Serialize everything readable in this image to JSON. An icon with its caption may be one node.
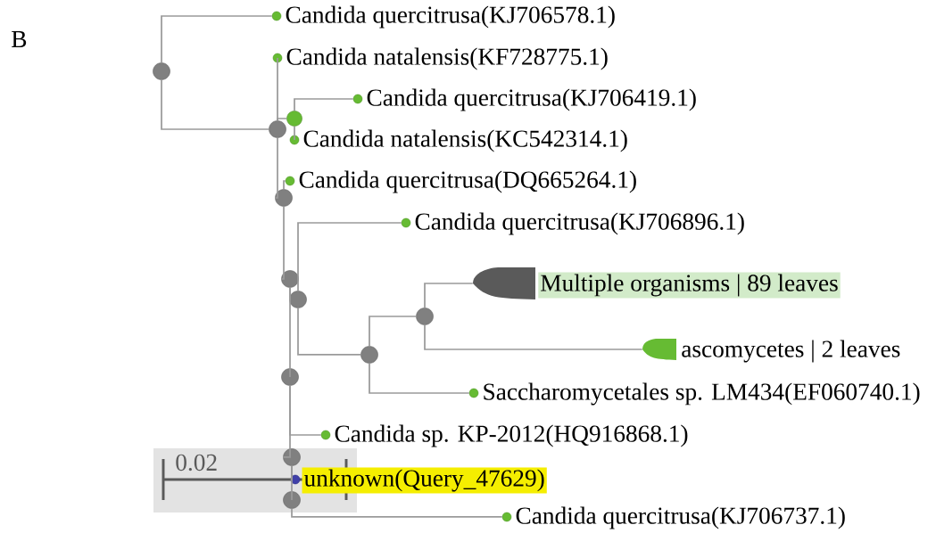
{
  "diagram": {
    "nodes": [
      {
        "text": [],
        "shape": "circle"
      },
      {
        "text": [
          "Candida quercitrusa(KJ706578.1)"
        ]
      },
      {
        "text": [
          "Candida natalensis(KF728775.1)"
        ]
      },
      {
        "text": [],
        "shape": "circle"
      },
      {
        "text": [
          "Candida quercitrusa(KJ706419.1)"
        ]
      },
      {
        "text": [],
        "shape": "circle"
      },
      {
        "text": [
          "Candida natalensis(KC542314.1)"
        ]
      },
      {
        "text": [
          "Candida quercitrusa(DQ665264.1)"
        ]
      },
      {
        "text": [],
        "shape": "circle"
      },
      {
        "text": [
          "Candida quercitrusa(KJ706896.1)"
        ]
      },
      {
        "text": [],
        "shape": "circle"
      },
      {
        "text": [
          "Multiple organisms | 89 leaves"
        ]
      },
      {
        "text": [],
        "shape": "circle"
      },
      {
        "text": [],
        "shape": "circle"
      },
      {
        "text": [
          "ascomycetes | 2 leaves"
        ]
      },
      {
        "text": [],
        "shape": "circle"
      },
      {
        "text": [],
        "shape": "circle"
      },
      {
        "text": [
          "Saccharomycetales sp. LM434(EF060740.1)"
        ]
      },
      {
        "text": [
          "Candida sp. KP-2012(HQ916868.1)"
        ]
      },
      {
        "text": [],
        "shape": "circle"
      },
      {
        "text": [
          "unknown(Query_47629)"
        ]
      },
      {
        "text": [],
        "shape": "circle"
      },
      {
        "text": [
          "Candida quercitrusa(KJ706737.1)"
        ]
      }
    ],
    "edges": [
      {
        "from": 0,
        "to": 1,
        "arrow": "none"
      },
      {
        "from": 0,
        "to": 5,
        "arrow": "none"
      },
      {
        "from": 5,
        "to": 2,
        "arrow": "none"
      },
      {
        "from": 5,
        "to": 3,
        "arrow": "none"
      },
      {
        "from": 5,
        "to": 8,
        "arrow": "none"
      },
      {
        "from": 3,
        "to": 4,
        "arrow": "none"
      },
      {
        "from": 3,
        "to": 6,
        "arrow": "none"
      },
      {
        "from": 8,
        "to": 7,
        "arrow": "none"
      },
      {
        "from": 8,
        "to": 10,
        "arrow": "none"
      },
      {
        "from": 10,
        "to": 12,
        "arrow": "none"
      },
      {
        "from": 10,
        "to": 16,
        "arrow": "none"
      },
      {
        "from": 12,
        "to": 9,
        "arrow": "none"
      },
      {
        "from": 12,
        "to": 15,
        "arrow": "none"
      },
      {
        "from": 15,
        "to": 13,
        "arrow": "none"
      },
      {
        "from": 15,
        "to": 17,
        "arrow": "none"
      },
      {
        "from": 13,
        "to": 11,
        "arrow": "none"
      },
      {
        "from": 13,
        "to": 14,
        "arrow": "none"
      },
      {
        "from": 16,
        "to": 18,
        "arrow": "none"
      },
      {
        "from": 16,
        "to": 19,
        "arrow": "none"
      },
      {
        "from": 19,
        "to": 20,
        "arrow": "none"
      },
      {
        "from": 19,
        "to": 21,
        "arrow": "none"
      },
      {
        "from": 21,
        "to": 22,
        "arrow": "none"
      }
    ],
    "labels": [
      "B",
      "0.02"
    ]
  }
}
